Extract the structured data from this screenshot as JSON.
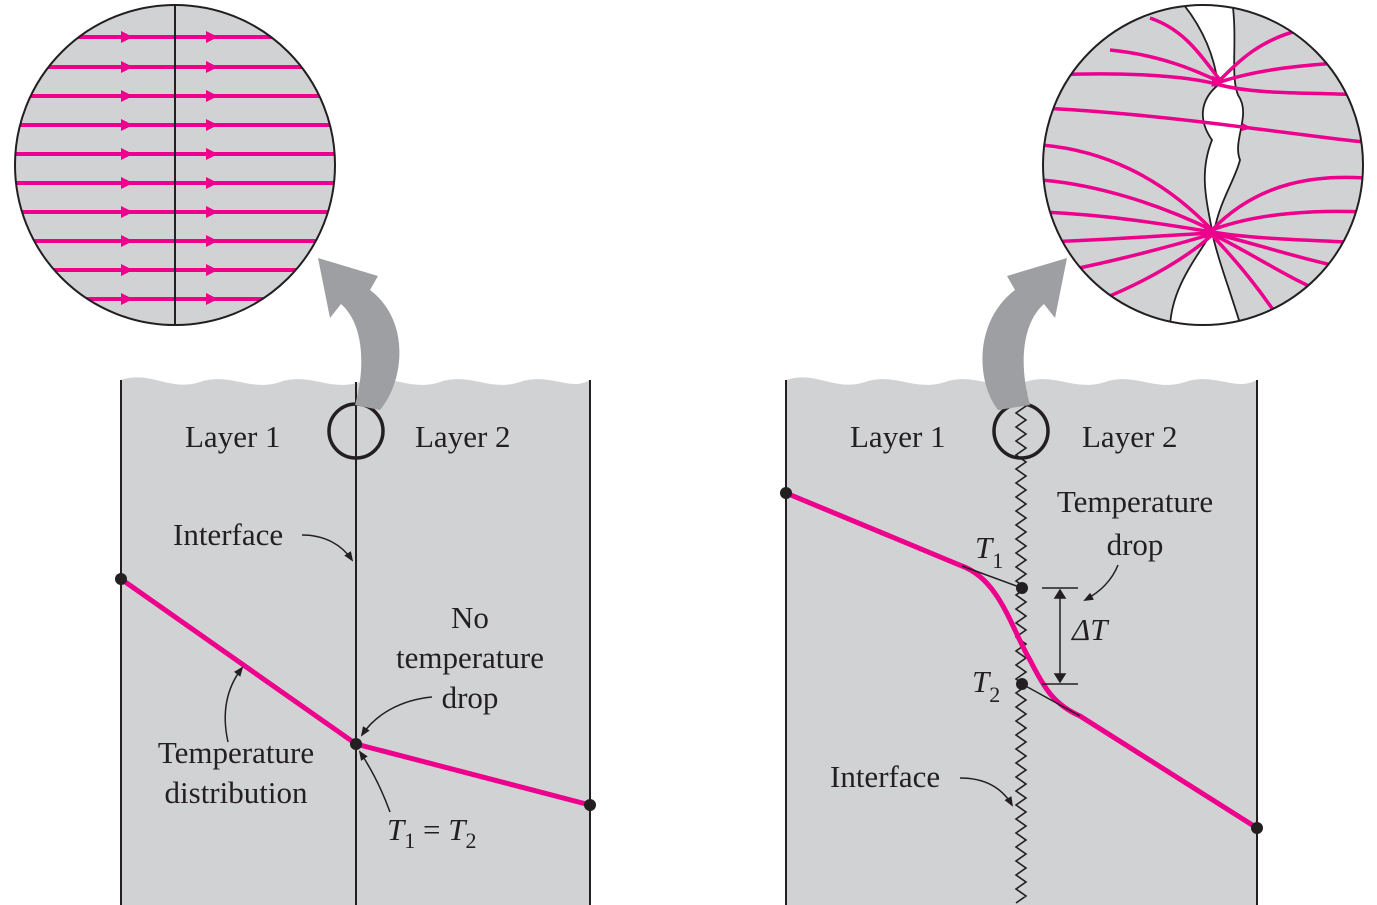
{
  "colors": {
    "slab": "#d1d2d4",
    "ink": "#231f20",
    "heat": "#ec008c",
    "arrow": "#9e9fa2",
    "white": "#ffffff"
  },
  "left_panel": {
    "layer1": "Layer 1",
    "layer2": "Layer 2",
    "interface": "Interface",
    "no_drop": [
      "No",
      "temperature",
      "drop"
    ],
    "temp_dist": [
      "Temperature",
      "distribution"
    ],
    "equality": {
      "t": "T",
      "s1": "1",
      "eq": " = ",
      "s2": "2"
    }
  },
  "right_panel": {
    "layer1": "Layer 1",
    "layer2": "Layer 2",
    "interface": "Interface",
    "temp_drop": [
      "Temperature",
      "drop"
    ],
    "t1": {
      "t": "T",
      "s": "1"
    },
    "t2": {
      "t": "T",
      "s": "2"
    },
    "delta": "ΔT"
  },
  "icons": [
    "zoom-arrow-icon",
    "magnifier-circle-icon",
    "heat-flow-line-icon"
  ]
}
